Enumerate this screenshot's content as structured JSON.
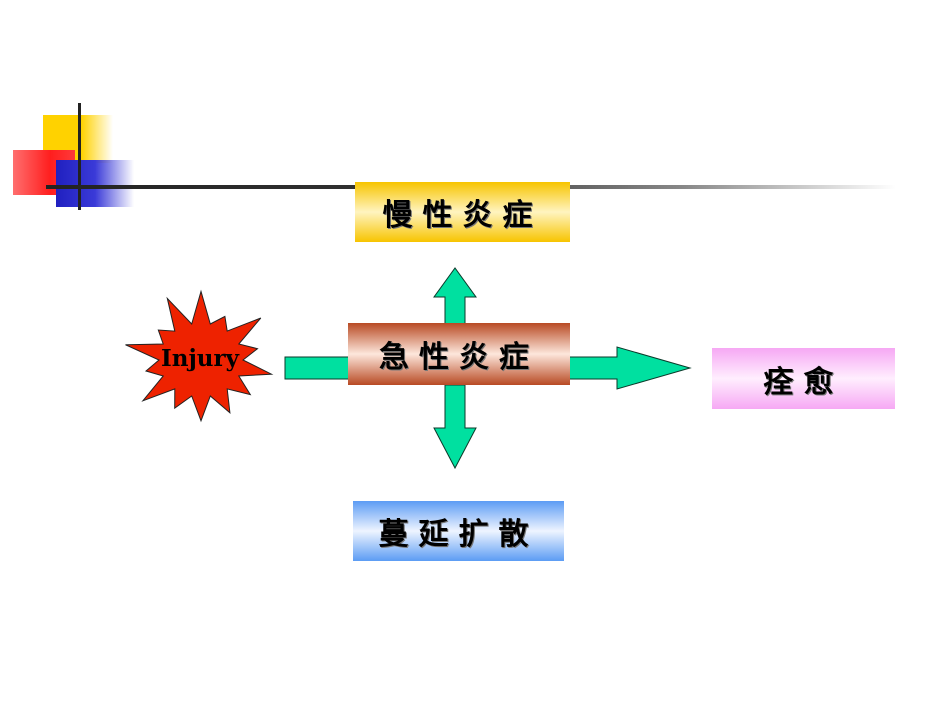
{
  "colors": {
    "arrow": "#00e0a0",
    "arrow_stroke": "#0a3a2a",
    "star_fill": "#ee2200",
    "chronic": "#f7c400",
    "acute": "#b84a24",
    "spread": "#5c9cf4",
    "heal": "#f6a8f4"
  },
  "nodes": {
    "injury": "Injury",
    "acute": "急性炎症",
    "chronic": "慢性炎症",
    "spread": "蔓延扩散",
    "heal": "痊愈"
  }
}
